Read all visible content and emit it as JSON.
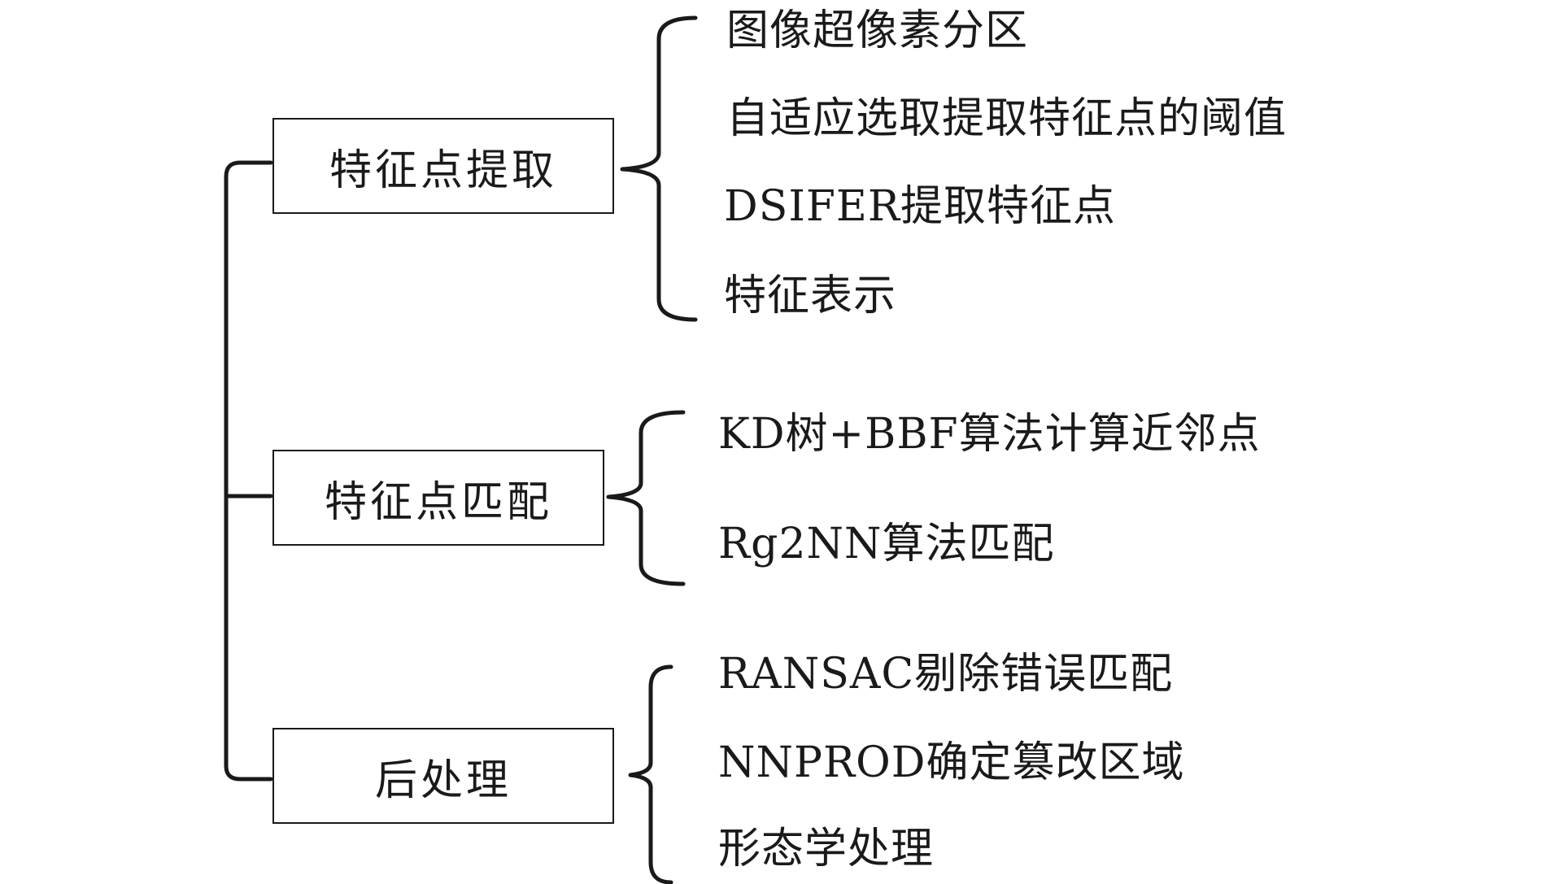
{
  "stages": [
    {
      "label": "特征点提取",
      "steps": [
        "图像超像素分区",
        "自适应选取提取特征点的阈值",
        "DSIFER提取特征点",
        "特征表示"
      ]
    },
    {
      "label": "特征点匹配",
      "steps": [
        "KD树+BBF算法计算近邻点",
        "Rg2NN算法匹配"
      ]
    },
    {
      "label": "后处理",
      "steps": [
        "RANSAC剔除错误匹配",
        "NNPROD确定篡改区域",
        "形态学处理"
      ]
    }
  ]
}
